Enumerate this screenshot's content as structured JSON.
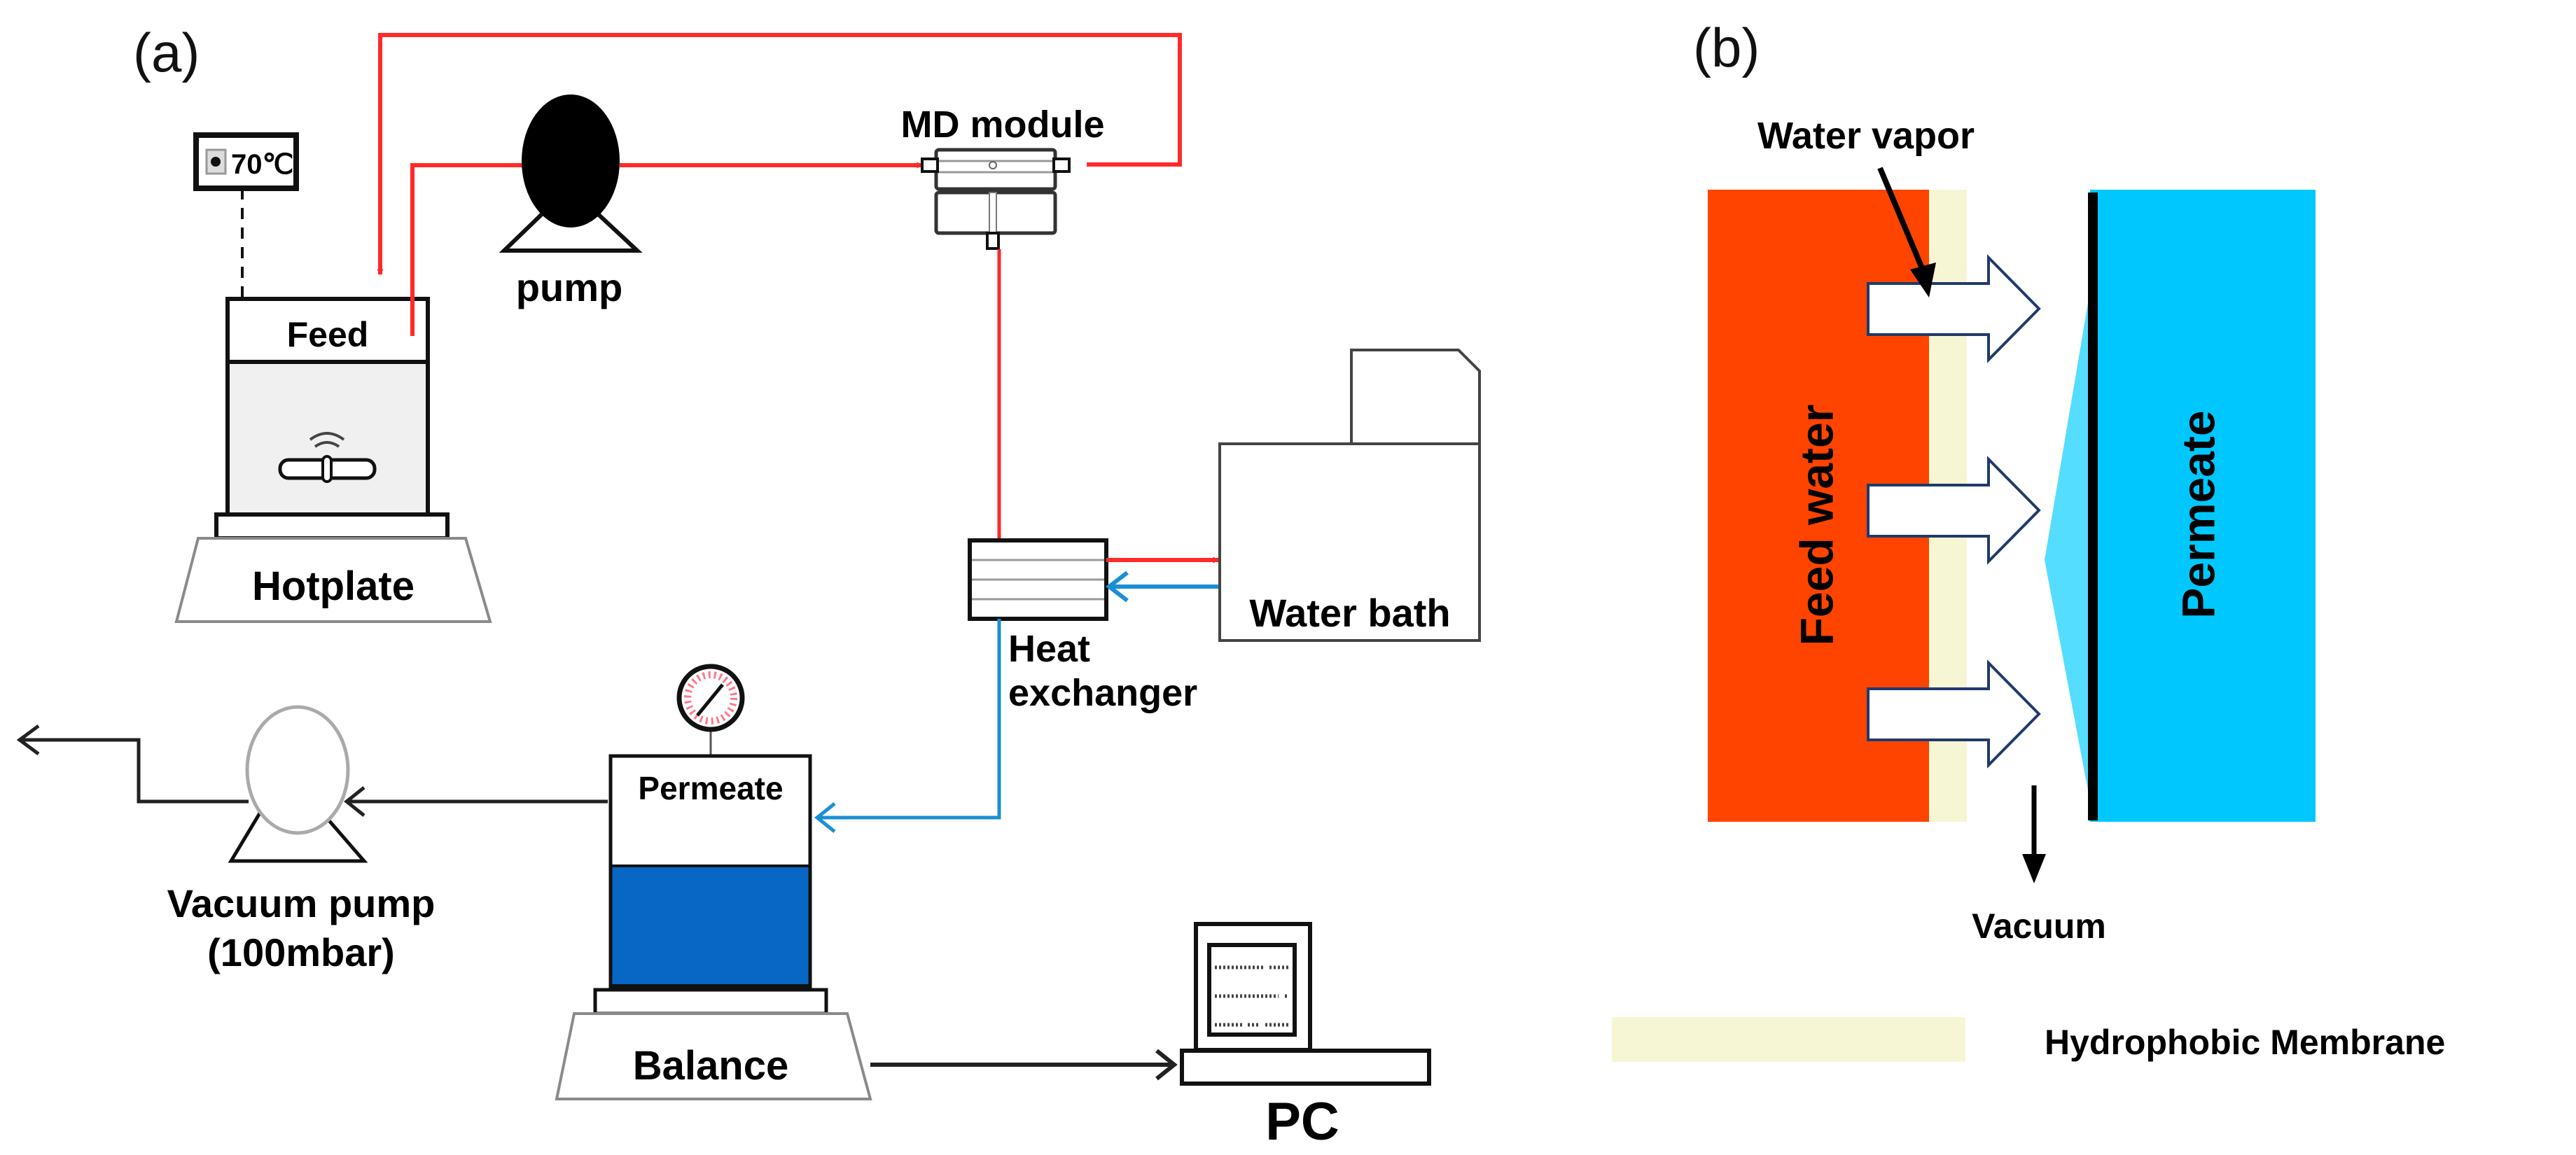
{
  "figure": {
    "panel_a": {
      "label": "(a)",
      "temperature_display": "70℃",
      "feed_tank_label": "Feed",
      "hotplate_label": "Hotplate",
      "pump_label": "pump",
      "md_module_label": "MD module",
      "heat_exchanger_label_line1": "Heat",
      "heat_exchanger_label_line2": "exchanger",
      "water_bath_label": "Water bath",
      "permeate_tank_label": "Permeate",
      "balance_label": "Balance",
      "vacuum_pump_label_line1": "Vacuum pump",
      "vacuum_pump_label_line2": "(100mbar)",
      "pc_label": "PC"
    },
    "panel_b": {
      "label": "(b)",
      "water_vapor_label": "Water vapor",
      "feed_water_label": "Feed water",
      "permeate_label": "Permeate",
      "vacuum_label": "Vacuum",
      "legend": [
        {
          "swatch_color": "#f7f6d4",
          "label": "Hydrophobic Membrane"
        }
      ]
    },
    "colors": {
      "hot_line": "#ff2a2a",
      "cold_line": "#1b8fd6",
      "feed_water": "#ff4400",
      "membrane": "#f7f6d4",
      "permeate": "#00c8ff",
      "permeate_layer": "#55ddff",
      "permeate_liquid": "#0866c4",
      "feed_liquid": "#f0f0f0",
      "arrow_outline": "#1f3a6b"
    }
  }
}
